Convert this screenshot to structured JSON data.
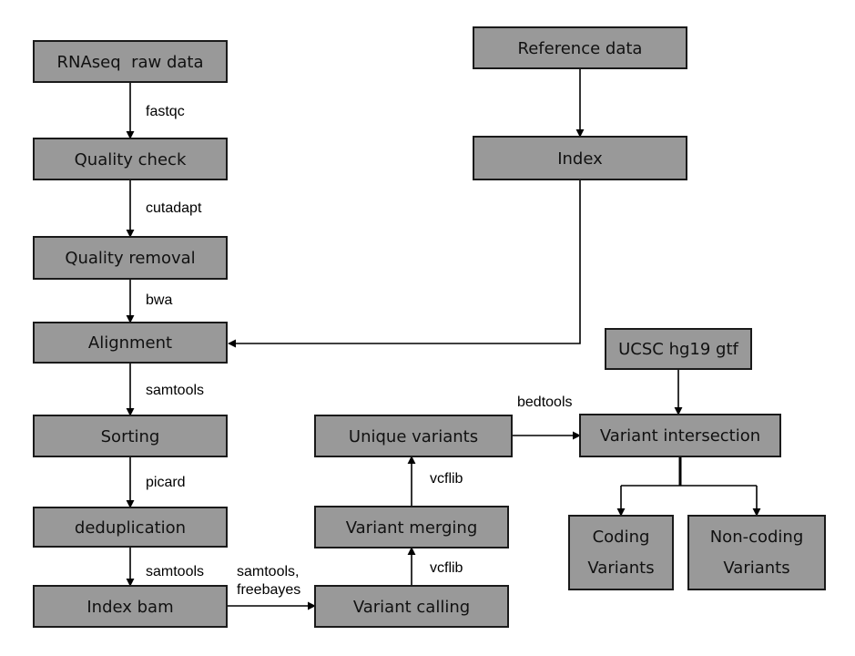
{
  "nodes": {
    "rnaseq": "RNAseq  raw data",
    "quality_check": "Quality check",
    "quality_removal": "Quality removal",
    "alignment": "Alignment",
    "sorting": "Sorting",
    "deduplication": "deduplication",
    "index_bam": "Index bam",
    "reference": "Reference data",
    "index": "Index",
    "variant_calling": "Variant calling",
    "variant_merging": "Variant merging",
    "unique_variants": "Unique variants",
    "ucsc": "UCSC hg19 gtf",
    "variant_intersection": "Variant intersection",
    "coding_1": "Coding",
    "coding_2": "Variants",
    "noncoding_1": "Non-coding",
    "noncoding_2": "Variants"
  },
  "edges": {
    "fastqc": "fastqc",
    "cutadapt": "cutadapt",
    "bwa": "bwa",
    "samtools_sort": "samtools",
    "picard": "picard",
    "samtools_index": "samtools",
    "samtools_call_1": "samtools,",
    "samtools_call_2": "freebayes",
    "vcflib_merge": "vcflib",
    "vcflib_unique": "vcflib",
    "bedtools": "bedtools"
  },
  "colors": {
    "box_fill": "#999999",
    "box_stroke": "#1a1a1a",
    "edge": "#000000"
  }
}
